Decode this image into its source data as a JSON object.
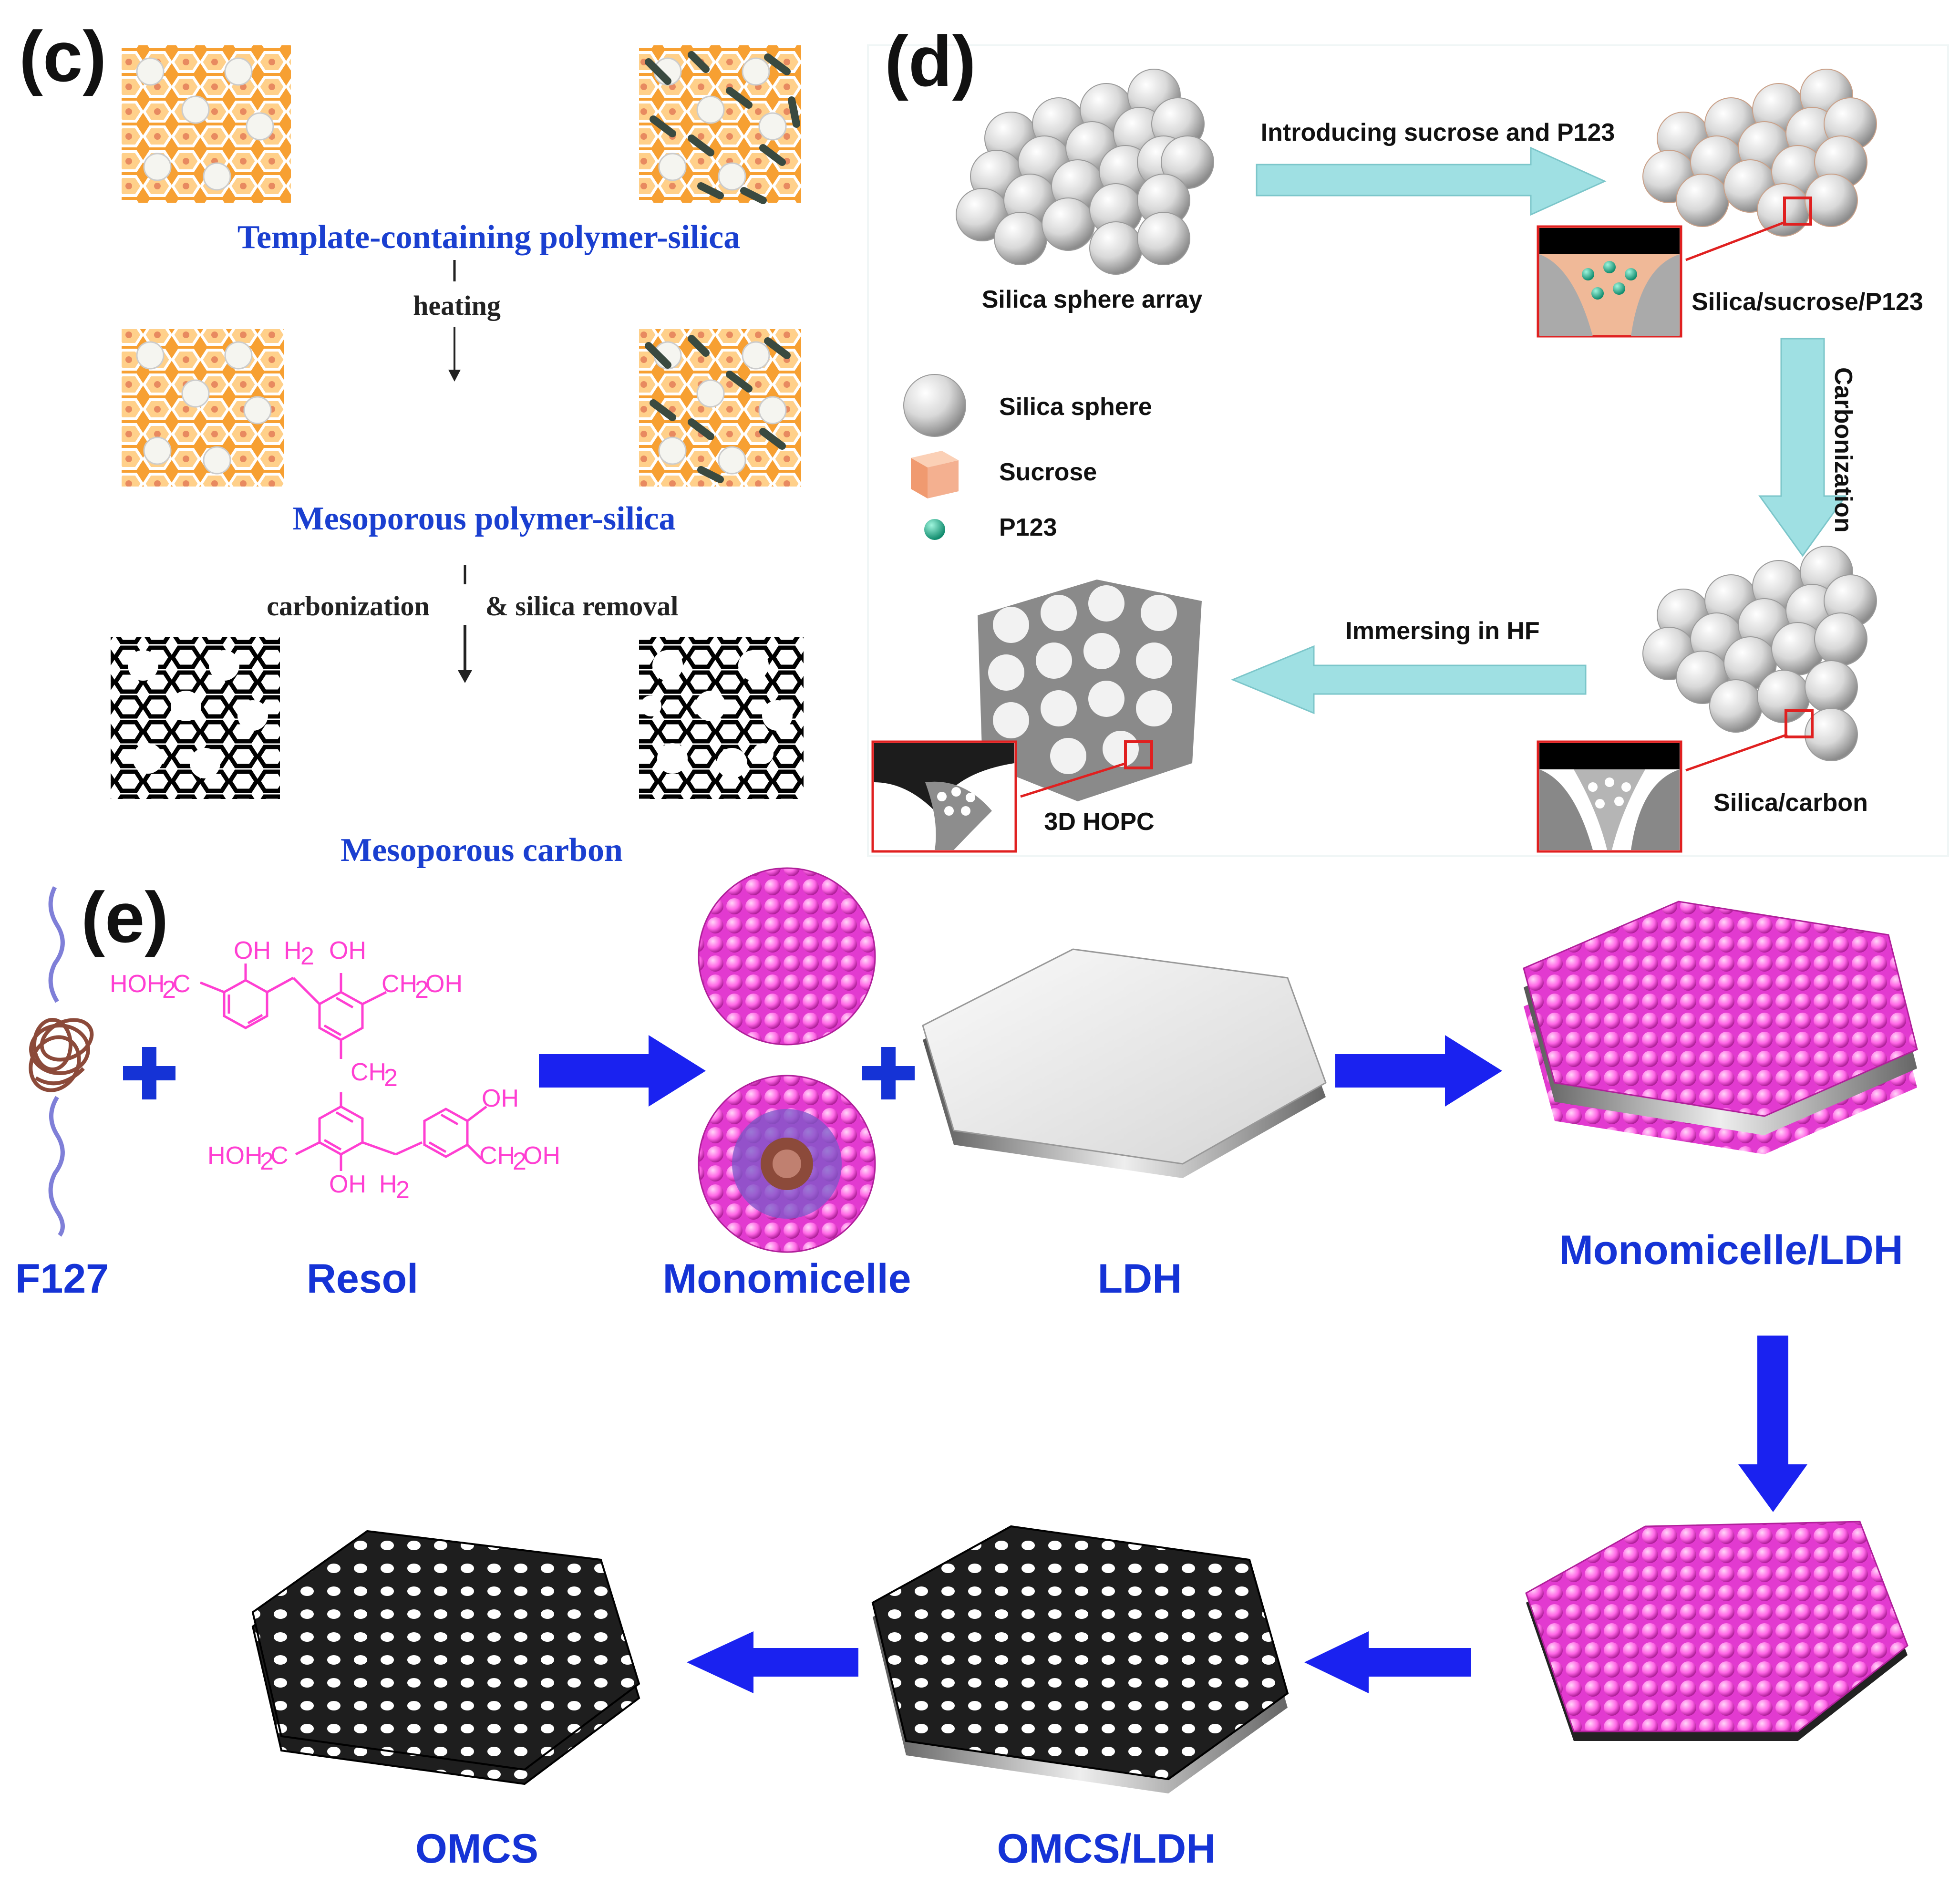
{
  "panels": {
    "c": {
      "letter": "(c)",
      "label_1": "Template-containing polymer-silica",
      "step_1": "heating",
      "label_2": "Mesoporous polymer-silica",
      "step_2a": "carbonization",
      "step_2b": "& silica removal",
      "label_3": "Mesoporous carbon"
    },
    "d": {
      "letter": "(d)",
      "step_1": "Introducing sucrose and P123",
      "label_array": "Silica sphere array",
      "label_composite": "Silica/sucrose/P123",
      "step_2": "Carbonization",
      "step_3": "Immersing in HF",
      "label_carbon": "Silica/carbon",
      "label_hopc": "3D HOPC",
      "legend": [
        "Silica sphere",
        "Sucrose",
        "P123"
      ]
    },
    "e": {
      "letter": "(e)",
      "labels": {
        "f127": "F127",
        "resol": "Resol",
        "monomicelle": "Monomicelle",
        "ldh": "LDH",
        "monomicelle_ldh": "Monomicelle/LDH",
        "omcs_ldh": "OMCS/LDH",
        "omcs": "OMCS"
      },
      "resol_structure": {
        "oh1": "OH",
        "h2a": "H",
        "sub2a": "2",
        "oh2": "OH",
        "hoh2c_left_top": "HOH",
        "hoh2c_left_top_sub": "2",
        "hoh2c_left_top_c": "C",
        "ch2oh_right_top": "CH",
        "ch2oh_right_top_sub": "2",
        "ch2oh_right_top_oh": "OH",
        "ch2_bridge": "CH",
        "ch2_bridge_sub": "2",
        "oh3": "OH",
        "hoh2c_left_bottom": "HOH",
        "hoh2c_left_bottom_sub": "2",
        "hoh2c_left_bottom_c": "C",
        "ch2oh_right_bottom": "CH",
        "ch2oh_right_bottom_sub": "2",
        "ch2oh_right_bottom_oh": "OH",
        "oh4": "OH",
        "h2b": "H",
        "sub2b": "2"
      }
    }
  },
  "colors": {
    "orange": "#f7a032",
    "title_blue": "#1a3fd0",
    "cyan_arrow": "#9fe0e3",
    "red_box": "#e02020",
    "magenta": "#ff5fe0",
    "blue_arrow": "#1a22f0",
    "teal_dot": "#1aa88a",
    "sucrose": "#f4b090"
  }
}
